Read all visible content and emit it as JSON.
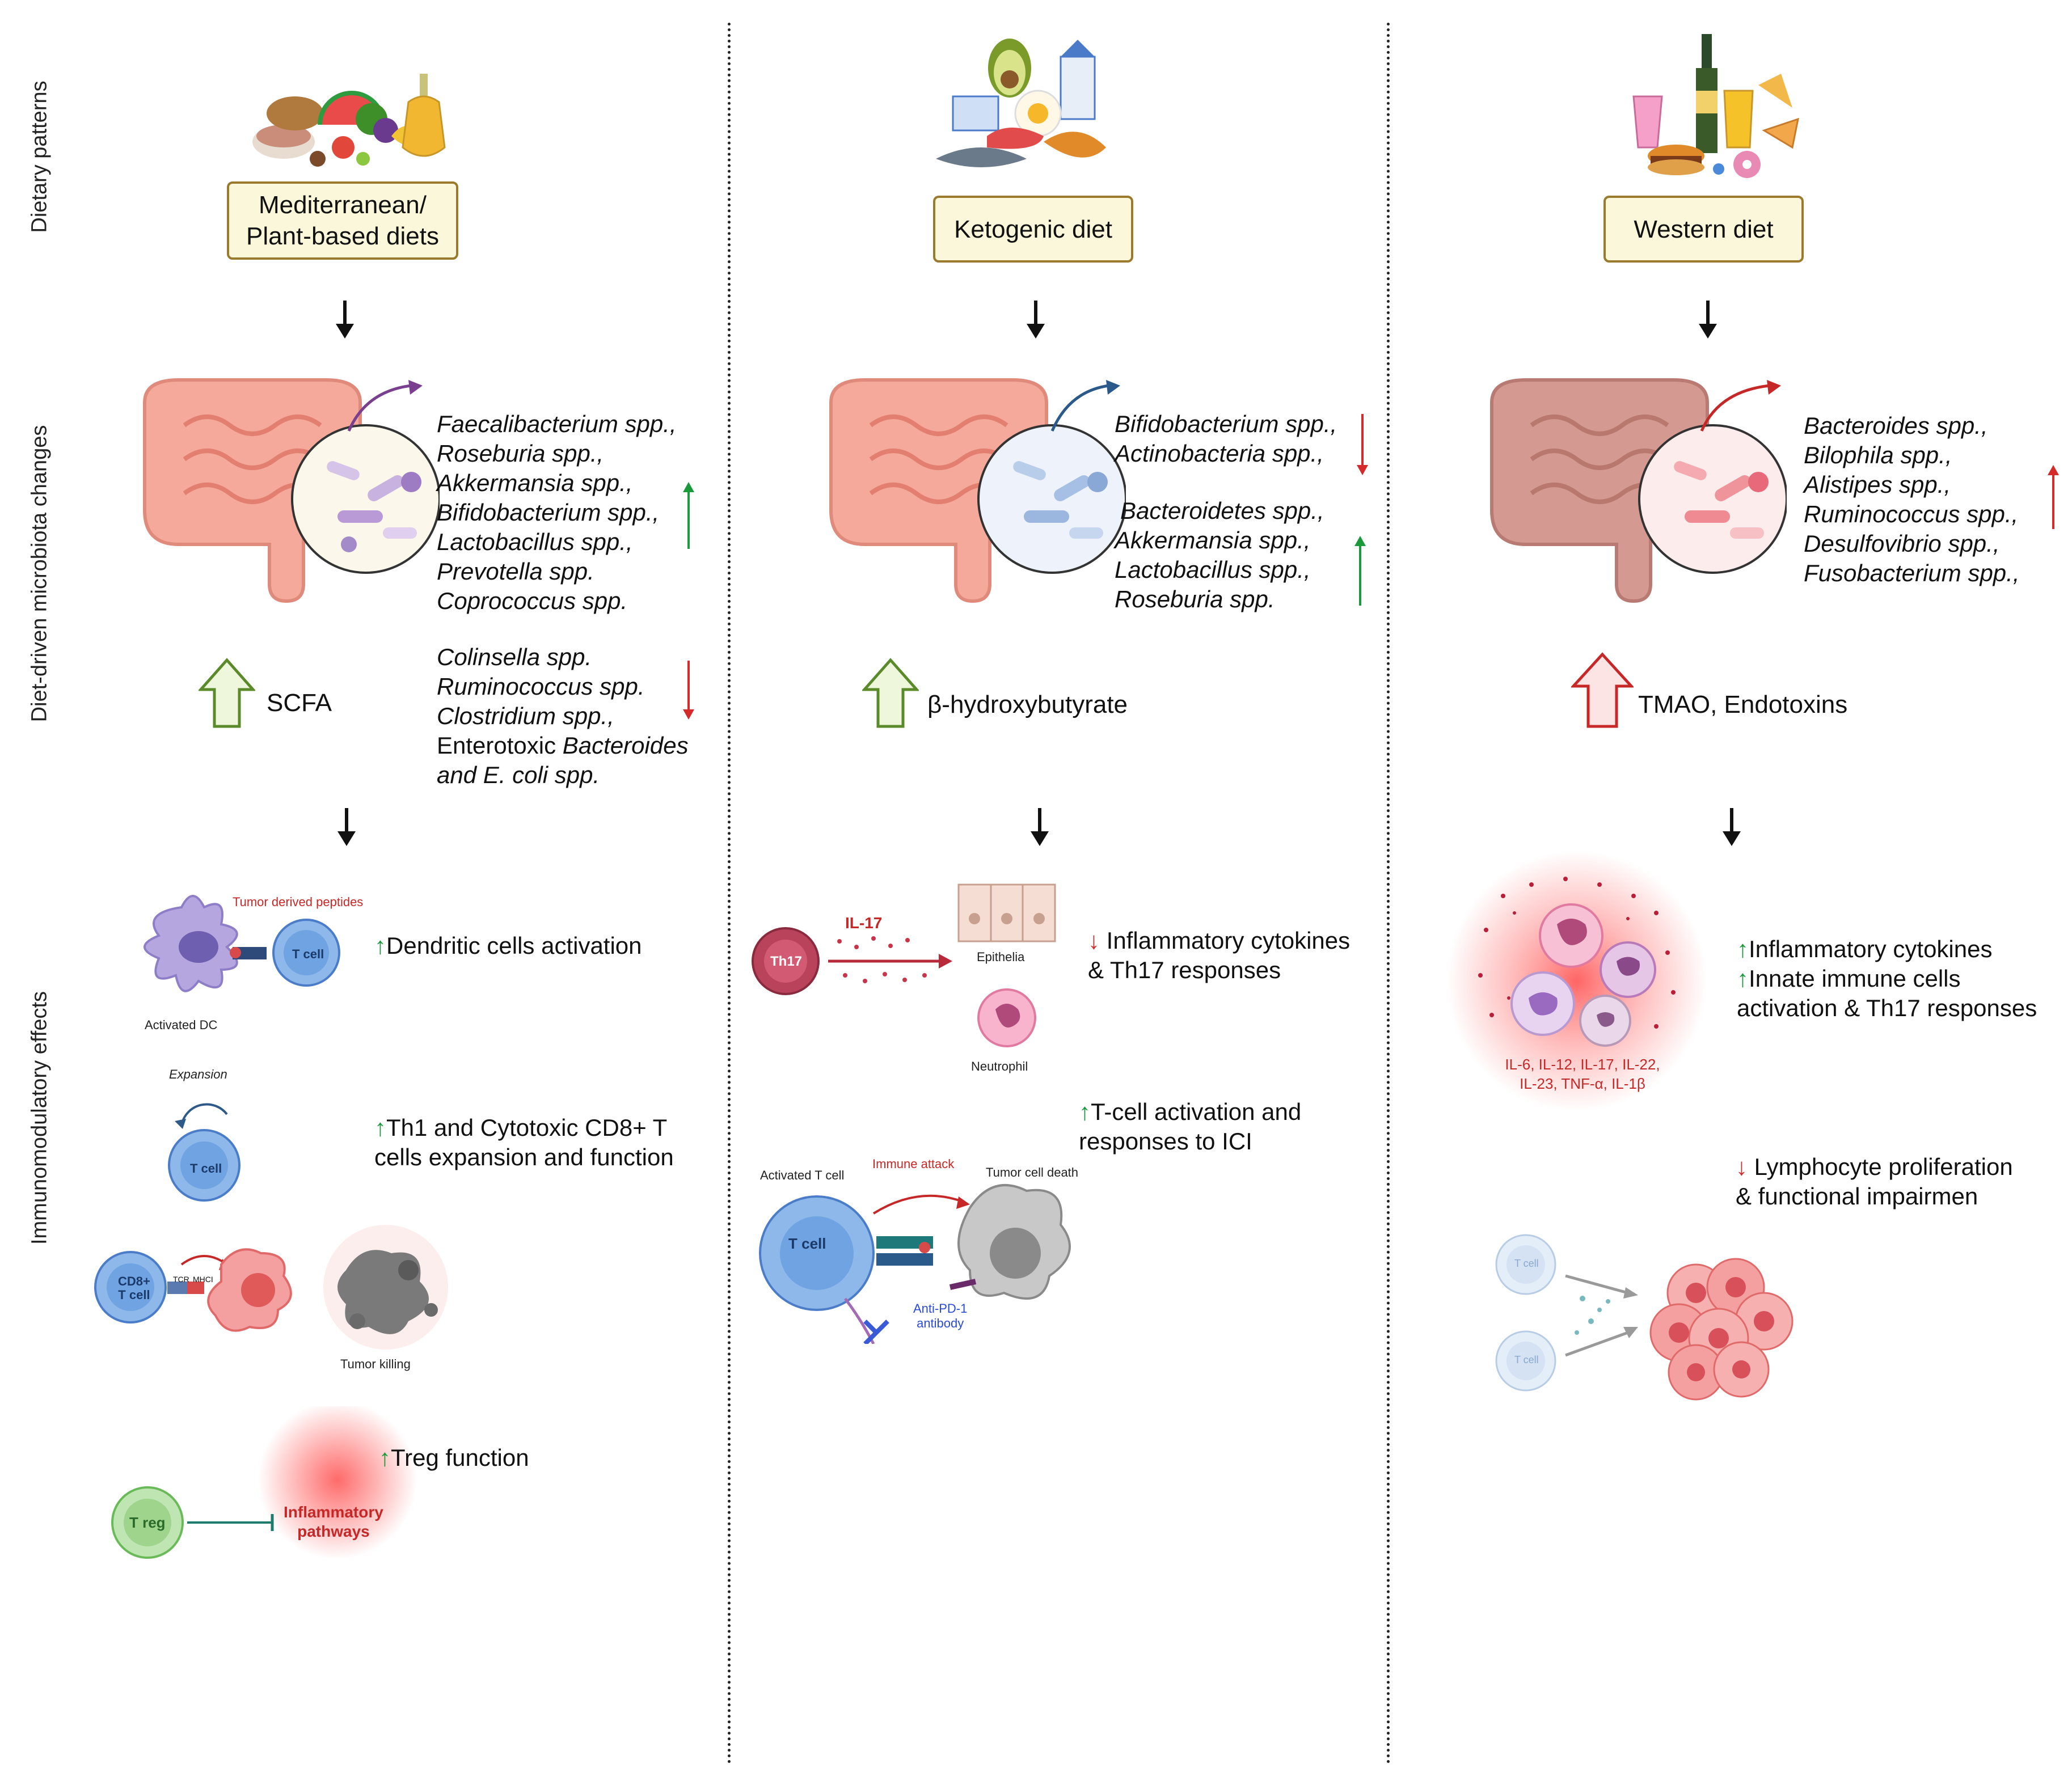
{
  "rows": {
    "dietary": "Dietary patterns",
    "microbiota": "Diet-driven microbiota changes",
    "immuno": "Immunomodulatory effects"
  },
  "columns": [
    {
      "diet": [
        "Mediterranean/",
        "Plant-based diets"
      ],
      "increased": [
        "Faecalibacterium spp.,",
        "Roseburia spp.,",
        "Akkermansia spp.,",
        "Bifidobacterium spp.,",
        "Lactobacillus spp.,",
        "Prevotella spp.",
        "Coprococcus spp."
      ],
      "decreased": [
        "Colinsella spp.",
        "Ruminococcus spp.",
        "Clostridium spp.,"
      ],
      "decreased_extra_prefix": "Enterotoxic ",
      "decreased_extra_italic": "Bacteroides",
      "decreased_last": "and E. coli spp.",
      "metabolite": "SCFA",
      "effects": {
        "dc": "Dendritic cells activation",
        "th1_line1": "Th1 and Cytotoxic CD8+ T",
        "th1_line2": "cells expansion and function",
        "treg": "Treg function"
      },
      "labels": {
        "tumor_peptides": "Tumor derived peptides",
        "tcell": "T cell",
        "activated_dc": "Activated DC",
        "expansion": "Expansion",
        "tcell2": "T cell",
        "cd8": "CD8+",
        "cd8b": "T cell",
        "tcr": "TCR",
        "mhc": "MHCI",
        "tumor_killing": "Tumor killing",
        "treg": "T reg",
        "inflam1": "Inflammatory",
        "inflam2": "pathways"
      }
    },
    {
      "diet": "Ketogenic diet",
      "decreased": [
        "Bifidobacterium spp.,",
        "Actinobacteria spp.,"
      ],
      "increased": [
        "Bacteroidetes spp.,",
        "Akkermansia spp.,",
        "Lactobacillus spp.,",
        "Roseburia spp."
      ],
      "metabolite": "β-hydroxybutyrate",
      "effects": {
        "infl_line1": "Inflammatory cytokines",
        "infl_line2": "& Th17 responses",
        "tcell_line1": "T-cell activation and",
        "tcell_line2": "responses to ICI"
      },
      "labels": {
        "th17": "Th17",
        "il17": "IL-17",
        "epithelia": "Epithelia",
        "neutrophil": "Neutrophil",
        "activated_tcell": "Activated T cell",
        "immune_attack": "Immune attack",
        "tumor_death": "Tumor cell death",
        "tcell": "T cell",
        "antipd1_1": "Anti-PD-1",
        "antipd1_2": "antibody"
      }
    },
    {
      "diet": "Western diet",
      "increased": [
        "Bacteroides spp.,",
        "Bilophila spp.,",
        "Alistipes spp.,",
        "Ruminococcus spp.,",
        "Desulfovibrio spp.,",
        "Fusobacterium spp.,"
      ],
      "metabolite": "TMAO, Endotoxins",
      "effects": {
        "infl": "Inflammatory cytokines",
        "innate_line1": "Innate immune cells",
        "innate_line2": "activation & Th17 responses",
        "lymph_line1": "Lymphocyte proliferation",
        "lymph_line2": "& functional impairmen"
      },
      "labels": {
        "cyto1": "IL-6, IL-12, IL-17, IL-22,",
        "cyto2": "IL-23, TNF-α, IL-1β",
        "tcell_a": "T cell",
        "tcell_b": "T cell"
      }
    }
  ],
  "colors": {
    "up": "#1a9a3a",
    "down": "#d42a2a",
    "box_fill": "#fbf7da",
    "box_border": "#9a7b2e"
  }
}
